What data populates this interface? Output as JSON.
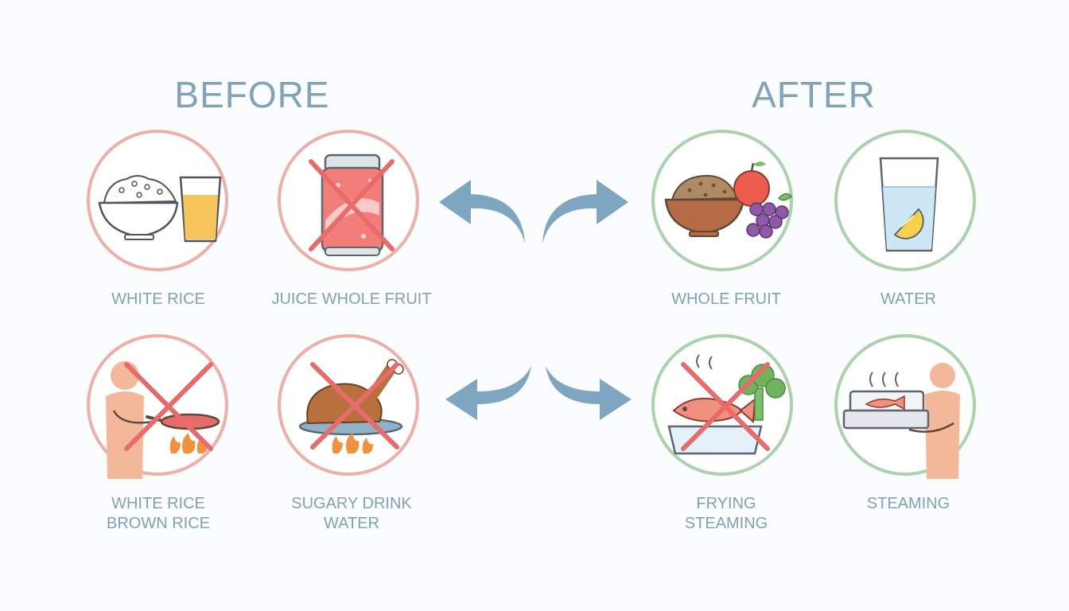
{
  "headings": {
    "before": "BEFORE",
    "after": "AFTER"
  },
  "top_row": {
    "before": [
      {
        "label": "WHITE RICE",
        "icon": "rice-and-juice-icon"
      },
      {
        "label": "JUICE WHOLE FRUIT",
        "icon": "soda-can-crossed-icon"
      }
    ],
    "after": [
      {
        "label": "WHOLE FRUIT",
        "icon": "grain-bowl-and-fruit-icon"
      },
      {
        "label": "WATER",
        "icon": "water-glass-icon"
      }
    ]
  },
  "bottom_row": {
    "before": [
      {
        "lines": [
          "WHITE RICE",
          "BROWN RICE"
        ],
        "icon": "person-frying-crossed-icon"
      },
      {
        "lines": [
          "SUGARY DRINK",
          "WATER"
        ],
        "icon": "roast-chicken-crossed-icon"
      }
    ],
    "after": [
      {
        "lines": [
          "FRYING",
          "STEAMING"
        ],
        "icon": "fish-broccoli-crossed-icon"
      },
      {
        "lines": [
          "STEAMING"
        ],
        "icon": "person-steamer-icon"
      }
    ]
  },
  "colors": {
    "heading": "#7fa3b8",
    "label": "#7ea2b6",
    "before_ring": "#efaea6",
    "after_ring": "#a9d2ad",
    "cross": "#e86b6b",
    "arrow": "#7fa6c0"
  }
}
